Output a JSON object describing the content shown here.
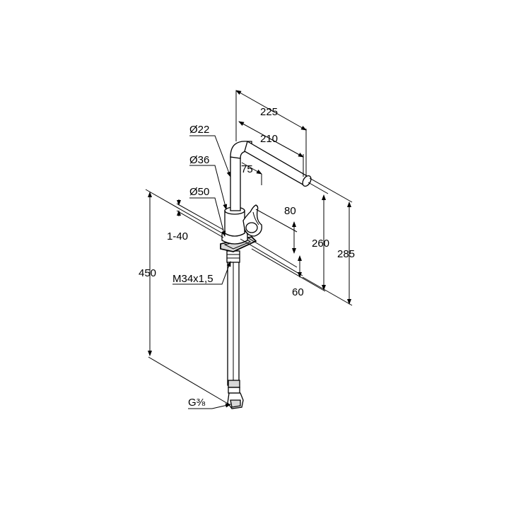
{
  "dimensions": {
    "reach_overall": "225",
    "reach_spout": "210",
    "swivel_angle": "75",
    "diameter_spout": "Ø22",
    "diameter_body": "Ø36",
    "diameter_base": "Ø50",
    "deck_thickness": "1-40",
    "total_height_below": "450",
    "mounting_thread": "M34x1,5",
    "lever_height": "80",
    "spout_height": "260",
    "overall_height": "285",
    "base_height": "60",
    "connection_thread": "G⅜"
  }
}
